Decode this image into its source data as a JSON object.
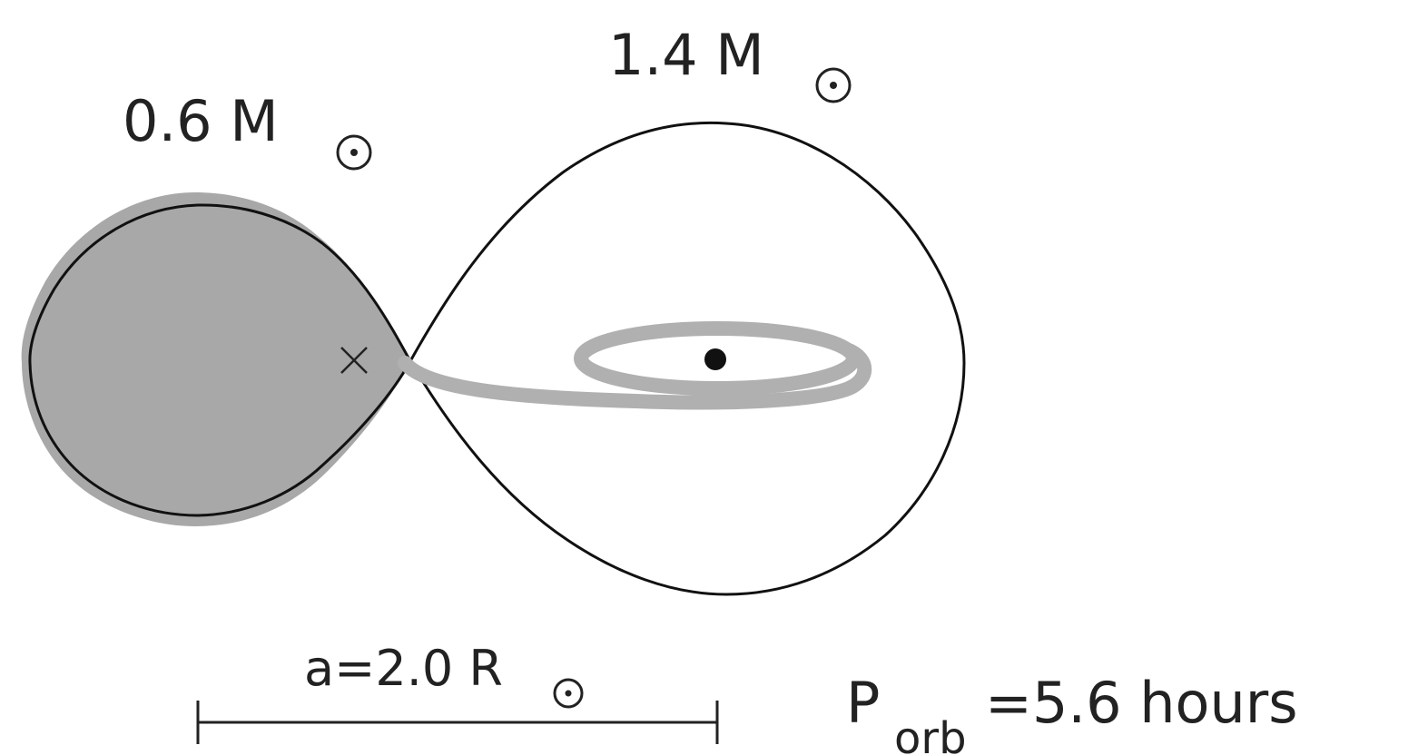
{
  "labels": {
    "donor_mass": "0.6 M",
    "accretor_mass": "1.4 M",
    "separation": "a=2.0 R",
    "period_main": "P",
    "period_sub": "orb",
    "period_value": "=5.6 hours"
  },
  "symbols": {
    "sun": "sun-symbol-icon",
    "l1_point": "cross-icon",
    "compact_object": "filled-dot-icon"
  },
  "colors": {
    "ink": "#111111",
    "fill_gray": "#a8a8a8",
    "stream_gray": "#b0b0b0",
    "background": "#ffffff"
  }
}
